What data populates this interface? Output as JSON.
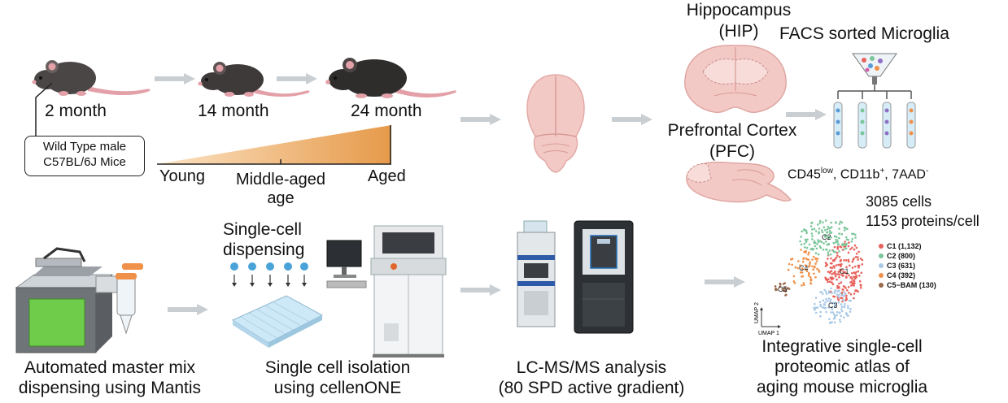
{
  "mice": {
    "stage1": "2 month",
    "stage2": "14 month",
    "stage3": "24 month",
    "strain_line1": "Wild Type male",
    "strain_line2": "C57BL/6J Mice"
  },
  "age_scale": {
    "young": "Young",
    "middle_line1": "Middle-aged",
    "middle_line2": "age",
    "aged": "Aged"
  },
  "brain": {
    "hip_line1": "Hippocampus",
    "hip_line2": "(HIP)",
    "pfc_line1": "Prefrontal Cortex",
    "pfc_line2": "(PFC)",
    "facs": "FACS sorted Microglia",
    "markers": {
      "cd45": "CD45",
      "cd45_sup": "low",
      "cd11b": ", CD11b",
      "cd11b_sup": "+",
      "aad": ", 7AAD",
      "aad_sup": "-"
    }
  },
  "workflow": {
    "mantis_line1": "Automated master mix",
    "mantis_line2": "dispensing using Mantis",
    "dispense_line1": "Single-cell",
    "dispense_line2": "dispensing",
    "cellenone_line1": "Single cell isolation",
    "cellenone_line2": "using cellenONE",
    "lcms_line1": "LC-MS/MS analysis",
    "lcms_line2": "(80 SPD active gradient)"
  },
  "atlas": {
    "cells": "3085 cells",
    "proteins": "1153 proteins/cell",
    "title_line1": "Integrative single-cell",
    "title_line2": "proteomic atlas of",
    "title_line3": "aging mouse microglia",
    "umap_x": "UMAP 1",
    "umap_y": "UMAP 2",
    "clusters": [
      {
        "id": "C1",
        "legend": "C1 (1,132)",
        "color": "#e8625c",
        "count": 1132
      },
      {
        "id": "C2",
        "legend": "C2 (800)",
        "color": "#7cc69b",
        "count": 800
      },
      {
        "id": "C3",
        "legend": "C3 (631)",
        "color": "#a9c9e6",
        "count": 631
      },
      {
        "id": "C4",
        "legend": "C4 (392)",
        "color": "#f0914a",
        "count": 392
      },
      {
        "id": "C5",
        "legend": "C5−BAM (130)",
        "color": "#9a6a4f",
        "count": 130
      }
    ]
  },
  "colors": {
    "mouse": "#4a4646",
    "tail": "#e3a0a8",
    "brain": "#f3c9c6",
    "arrow": "#c9ced3",
    "gradient_start": "#fbe3c4",
    "gradient_end": "#e69a4a"
  }
}
